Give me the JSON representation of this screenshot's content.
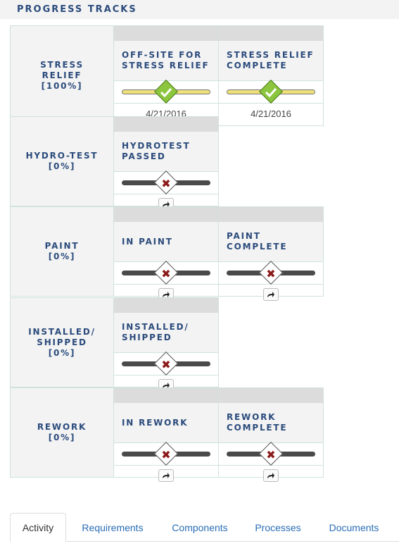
{
  "header": {
    "title": "PROGRESS TRACKS"
  },
  "tracks": [
    {
      "label": "STRESS\nRELIEF\n[100%]",
      "stages": [
        {
          "title": "OFF-SITE FOR STRESS RELIEF",
          "complete": true,
          "date": "4/21/2016"
        },
        {
          "title": "STRESS RELIEF COMPLETE",
          "complete": true,
          "date": "4/21/2016"
        }
      ]
    },
    {
      "label": "HYDRO-TEST\n[0%]",
      "stages": [
        {
          "title": "HYDROTEST PASSED",
          "complete": false
        }
      ]
    },
    {
      "label": "PAINT\n[0%]",
      "stages": [
        {
          "title": "IN PAINT",
          "complete": false
        },
        {
          "title": "PAINT COMPLETE",
          "complete": false
        }
      ]
    },
    {
      "label": "INSTALLED/\nSHIPPED\n[0%]",
      "stages": [
        {
          "title": "INSTALLED/ SHIPPED",
          "complete": false
        }
      ]
    },
    {
      "label": "REWORK\n[0%]",
      "stages": [
        {
          "title": "IN REWORK",
          "complete": false
        },
        {
          "title": "REWORK COMPLETE",
          "complete": false
        }
      ]
    }
  ],
  "tabs": [
    {
      "label": "Activity",
      "active": true
    },
    {
      "label": "Requirements",
      "active": false
    },
    {
      "label": "Components",
      "active": false
    },
    {
      "label": "Processes",
      "active": false
    },
    {
      "label": "Documents",
      "active": false
    }
  ],
  "colors": {
    "heading": "#2b4b7c",
    "complete_fill": "#8cc63f",
    "complete_line": "#f0e07a",
    "incomplete_mark": "#8b1a1a",
    "link": "#2a6db5"
  },
  "icons": {
    "complete": "check-icon",
    "incomplete": "x-icon",
    "action": "share-arrow-icon"
  }
}
